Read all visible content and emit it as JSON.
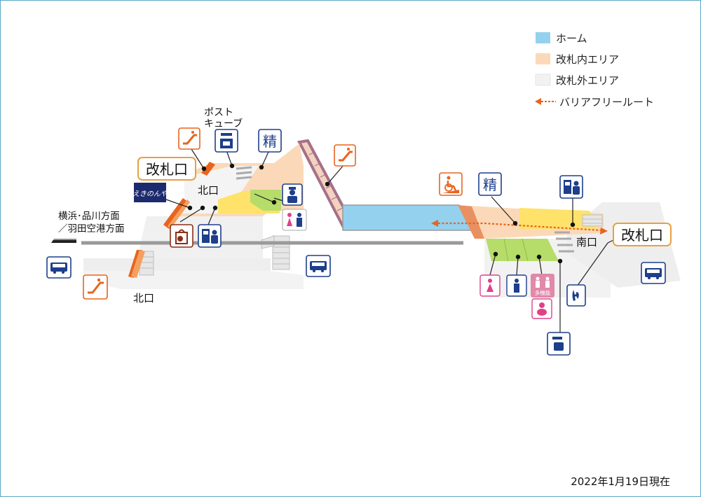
{
  "legend": {
    "items": [
      {
        "label": "ホーム",
        "color": "#94d1ef"
      },
      {
        "label": "改札内エリア",
        "color": "#fbd9b8"
      },
      {
        "label": "改札外エリア",
        "color": "#f2f2f2"
      }
    ],
    "route_label": "バリアフリールート",
    "route_color": "#e8641e"
  },
  "map": {
    "north_gate_label": "改札口",
    "north_exit_label": "北口",
    "north_exit_label_lower": "北口",
    "south_gate_label": "改札口",
    "south_exit_label": "南口",
    "post_cube_label_line1": "ポスト",
    "post_cube_label_line2": "キューブ",
    "direction_line1": "横浜･品川方面",
    "direction_line2": "／羽田空港方面",
    "fare_adjust_glyph": "精",
    "fare_adjust_glyph_south": "精",
    "multipurpose_toilet_text": "多機能",
    "shop_logo_text": "えきのんや"
  },
  "icons": [
    "escalator-icon",
    "post-cube-icon",
    "fare-adjustment-icon",
    "shop-logo-icon",
    "shopping-bag-icon",
    "ticket-machine-icon",
    "station-staff-icon",
    "toilet-icon",
    "bus-icon",
    "wheelchair-slope-icon",
    "womens-toilet-icon",
    "mens-toilet-icon",
    "multipurpose-toilet-icon",
    "baby-care-icon",
    "phone-icon",
    "coin-locker-icon"
  ],
  "colors": {
    "escalator": "#e8641e",
    "facility_blue": "#1d3f8c",
    "toilet_pink": "#e0408a",
    "shop_brown": "#8b2e16",
    "platform": "#94d1ef",
    "gate_yellow": "#ffe26a",
    "toilet_green": "#b6dc6a",
    "track": "#9a9a9a"
  },
  "date": "2022年1月19日現在"
}
